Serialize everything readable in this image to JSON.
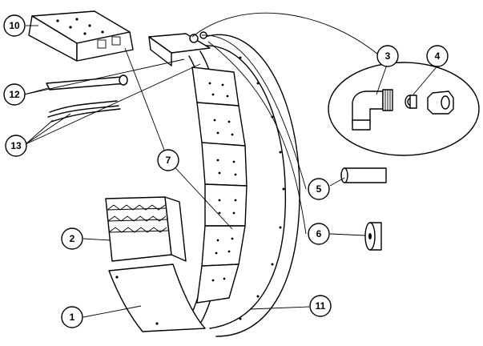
{
  "diagram": {
    "callouts": [
      {
        "id": "c1",
        "label": "1"
      },
      {
        "id": "c2",
        "label": "2"
      },
      {
        "id": "c3",
        "label": "3"
      },
      {
        "id": "c4",
        "label": "4"
      },
      {
        "id": "c5",
        "label": "5"
      },
      {
        "id": "c6",
        "label": "6"
      },
      {
        "id": "c7",
        "label": "7"
      },
      {
        "id": "c10",
        "label": "10"
      },
      {
        "id": "c11",
        "label": "11"
      },
      {
        "id": "c12",
        "label": "12"
      },
      {
        "id": "c13",
        "label": "13"
      }
    ]
  }
}
